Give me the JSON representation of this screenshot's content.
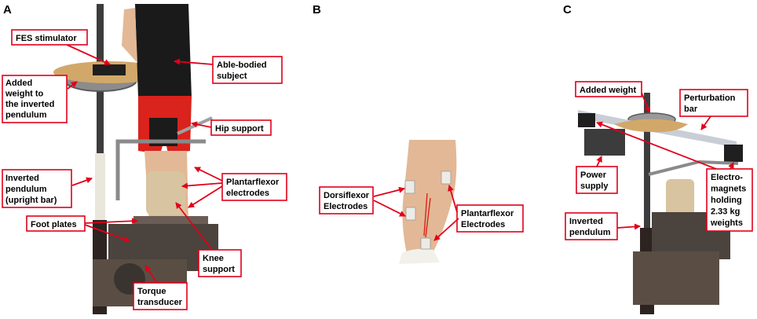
{
  "colors": {
    "callout": "#e0001a",
    "background": "#ffffff",
    "pole": "#3c3c3c",
    "skin": "#e3b896",
    "shirt": "#1a1a1a",
    "shorts": "#d9231c",
    "stimulator": "#1f1f1f",
    "brace": "#d8c4a0"
  },
  "panels": [
    {
      "letter": "A",
      "labels": [
        {
          "lines": [
            "FES stimulator"
          ]
        },
        {
          "lines": [
            "Added",
            "weight to",
            "the inverted",
            "pendulum"
          ]
        },
        {
          "lines": [
            "Able-bodied",
            "subject"
          ]
        },
        {
          "lines": [
            "Hip support"
          ]
        },
        {
          "lines": [
            "Inverted",
            "pendulum",
            "(upright bar)"
          ]
        },
        {
          "lines": [
            "Plantarflexor",
            "electrodes"
          ]
        },
        {
          "lines": [
            "Foot plates"
          ]
        },
        {
          "lines": [
            "Knee",
            "support"
          ]
        },
        {
          "lines": [
            "Torque",
            "transducer"
          ]
        }
      ]
    },
    {
      "letter": "B",
      "labels": [
        {
          "lines": [
            "Dorsiflexor",
            "Electrodes"
          ]
        },
        {
          "lines": [
            "Plantarflexor",
            "Electrodes"
          ]
        }
      ]
    },
    {
      "letter": "C",
      "labels": [
        {
          "lines": [
            "Added weight"
          ]
        },
        {
          "lines": [
            "Perturbation",
            "bar"
          ]
        },
        {
          "lines": [
            "Power",
            "supply"
          ]
        },
        {
          "lines": [
            "Electro-",
            "magnets",
            "holding",
            "2.33 kg",
            "weights"
          ]
        },
        {
          "lines": [
            "Inverted",
            "pendulum"
          ]
        }
      ]
    }
  ]
}
